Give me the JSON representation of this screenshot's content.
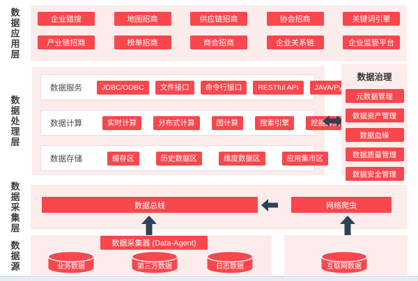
{
  "colors": {
    "red": "#f8474d",
    "pink": "#fdecec",
    "navy": "#2e4157"
  },
  "layer_labels": {
    "application": "数据应用层",
    "processing": "数据处理层",
    "collection": "数据采集层",
    "source": "数据源"
  },
  "application": {
    "row1": [
      "企业猎搜",
      "地图招商",
      "供应链招商",
      "协会招商",
      "关键词引擎"
    ],
    "row2": [
      "产业链招商",
      "榜单招商",
      "商会招商",
      "企业关系链",
      "企业监管平台"
    ]
  },
  "processing": {
    "service": {
      "label": "数据服务",
      "items": [
        "JDBC/ODBC",
        "文件接口",
        "命令行接口",
        "RESTful API",
        "JAVA/Python接口"
      ]
    },
    "compute": {
      "label": "数据计算",
      "items": [
        "实时计算",
        "分布式计算",
        "图计算",
        "搜索引擎",
        "挖掘算法"
      ]
    },
    "storage": {
      "label": "数据存储",
      "items": [
        "缓存区",
        "历史数据区",
        "维度数据区",
        "应用集市区"
      ]
    }
  },
  "governance": {
    "title": "数据治理",
    "items": [
      "元数据管理",
      "数据资产管理",
      "数据血缘",
      "数据质量管理",
      "数据安全管理"
    ]
  },
  "collection": {
    "bus": "数据总线",
    "crawler": "网络爬虫"
  },
  "source": {
    "agent": "数据采集器 (Data-Agent)",
    "cylinders": [
      "业务数据",
      "第三方数据",
      "日志数据"
    ],
    "internet": "互联网数据"
  }
}
